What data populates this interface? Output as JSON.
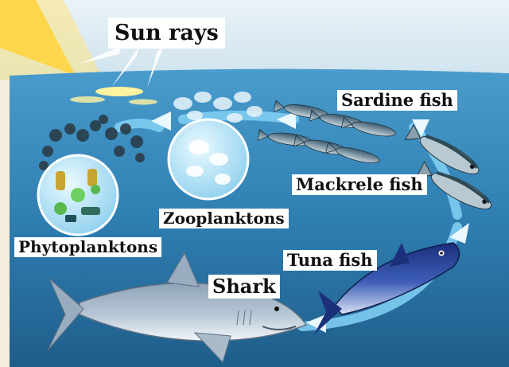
{
  "labels": {
    "sun_rays": "Sun rays",
    "sardine": "Sardine fish",
    "mackrele": "Mackrele fish",
    "zooplanktons": "Zooplanktons",
    "phytoplanktons": "Phytoplanktons",
    "tuna": "Tuna fish",
    "shark": "Shark"
  },
  "colors": {
    "sea": "#2f7fb2",
    "sea_deep": "#1e5f8c",
    "cycle_arrow": "#6cc3ee",
    "sun": "#ffd84a",
    "plankton_bubble": "#bfe6f6"
  }
}
